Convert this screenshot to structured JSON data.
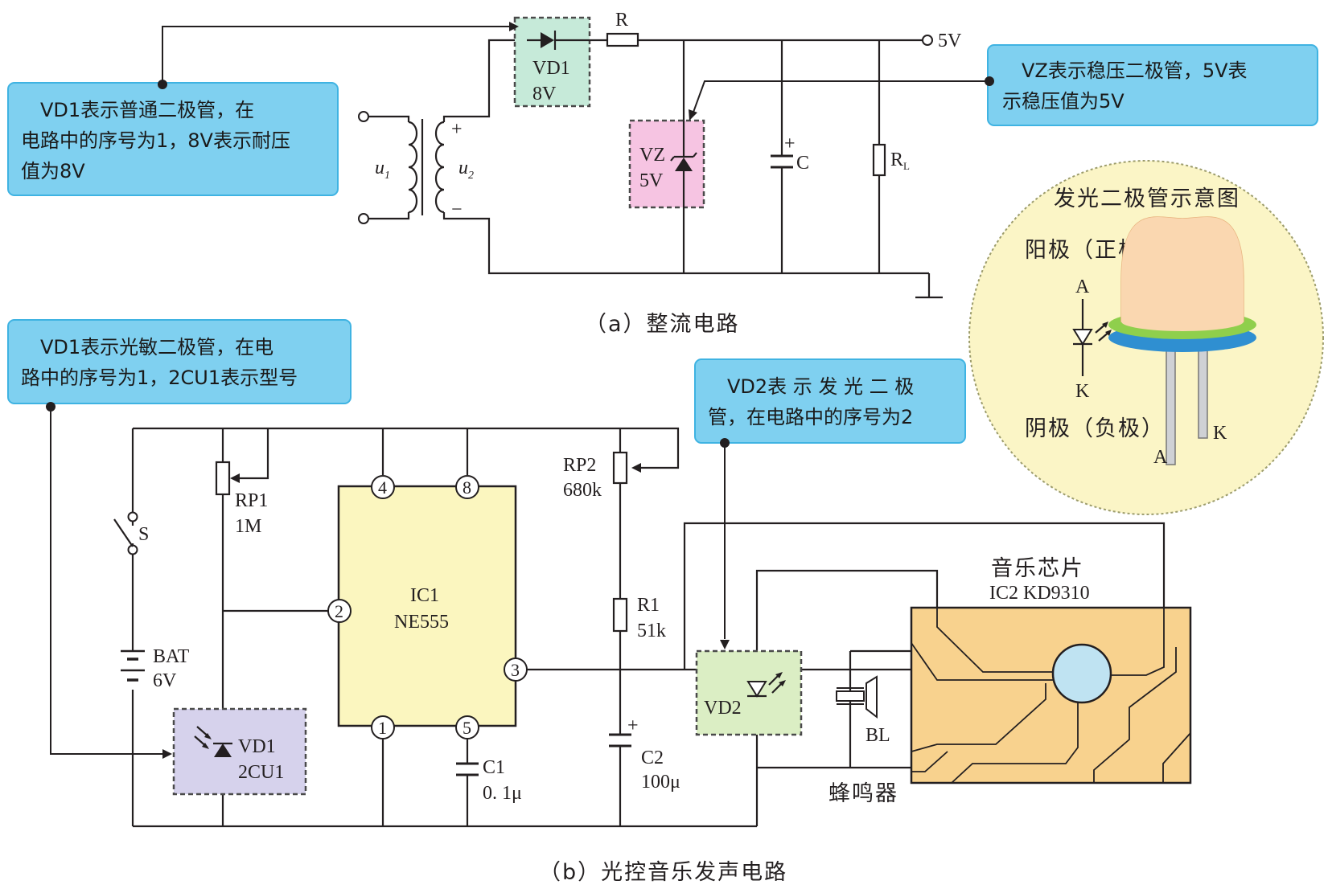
{
  "captions": {
    "a": "（a）整流电路",
    "b": "（b）光控音乐发声电路"
  },
  "callouts": {
    "vd1_normal": {
      "line1": "　VD1表示普通二极管，在",
      "line2": "电路中的序号为1，8V表示耐压",
      "line3": "值为8V"
    },
    "vz": {
      "line1": "　VZ表示稳压二极管，5V表",
      "line2": "示稳压值为5V"
    },
    "vd1_photo": {
      "line1": "　VD1表示光敏二极管，在电",
      "line2": "路中的序号为1，2CU1表示型号"
    },
    "vd2": {
      "line1": "　VD2表 示 发 光 二 极",
      "line2": "管，在电路中的序号为2"
    }
  },
  "circuit_a": {
    "u1": "u",
    "u1_sub": "1",
    "u2": "u",
    "u2_sub": "2",
    "plus": "+",
    "minus": "−",
    "vd1_name": "VD1",
    "vd1_value": "8V",
    "r": "R",
    "out": "5V",
    "vz_name": "VZ",
    "vz_value": "5V",
    "c_plus": "+",
    "c": "C",
    "rl": "R",
    "rl_sub": "L"
  },
  "circuit_b": {
    "s": "S",
    "bat_name": "BAT",
    "bat_value": "6V",
    "rp1_name": "RP1",
    "rp1_value": "1M",
    "vd1_name": "VD1",
    "vd1_value": "2CU1",
    "ic1_name": "IC1",
    "ic1_model": "NE555",
    "pins": [
      "4",
      "8",
      "2",
      "3",
      "1",
      "5"
    ],
    "c1_name": "C1",
    "c1_value": "0. 1μ",
    "rp2_name": "RP2",
    "rp2_value": "680k",
    "r1_name": "R1",
    "r1_value": "51k",
    "c2_plus": "+",
    "c2_name": "C2",
    "c2_value": "100μ",
    "vd2_name": "VD2",
    "bl_name": "BL",
    "buzzer": "蜂鸣器",
    "ic2_title": "音乐芯片",
    "ic2_model": "IC2  KD9310"
  },
  "led_inset": {
    "title": "发光二极管示意图",
    "anode": "阳极（正极）",
    "cathode": "阴极（负极）",
    "a_top": "A",
    "k_bottom": "K",
    "pin_a": "A",
    "pin_k": "K"
  },
  "colors": {
    "callout_fill": "#7fd0f0",
    "vd1_box": "#c6ead9",
    "vz_box": "#f6c4e2",
    "photo_box": "#d6d2ec",
    "vd2_box": "#dbeec4",
    "ic1_fill": "#fbf6bf",
    "ic2_fill": "#f8d28e",
    "inset_fill": "#fbf5c6"
  }
}
